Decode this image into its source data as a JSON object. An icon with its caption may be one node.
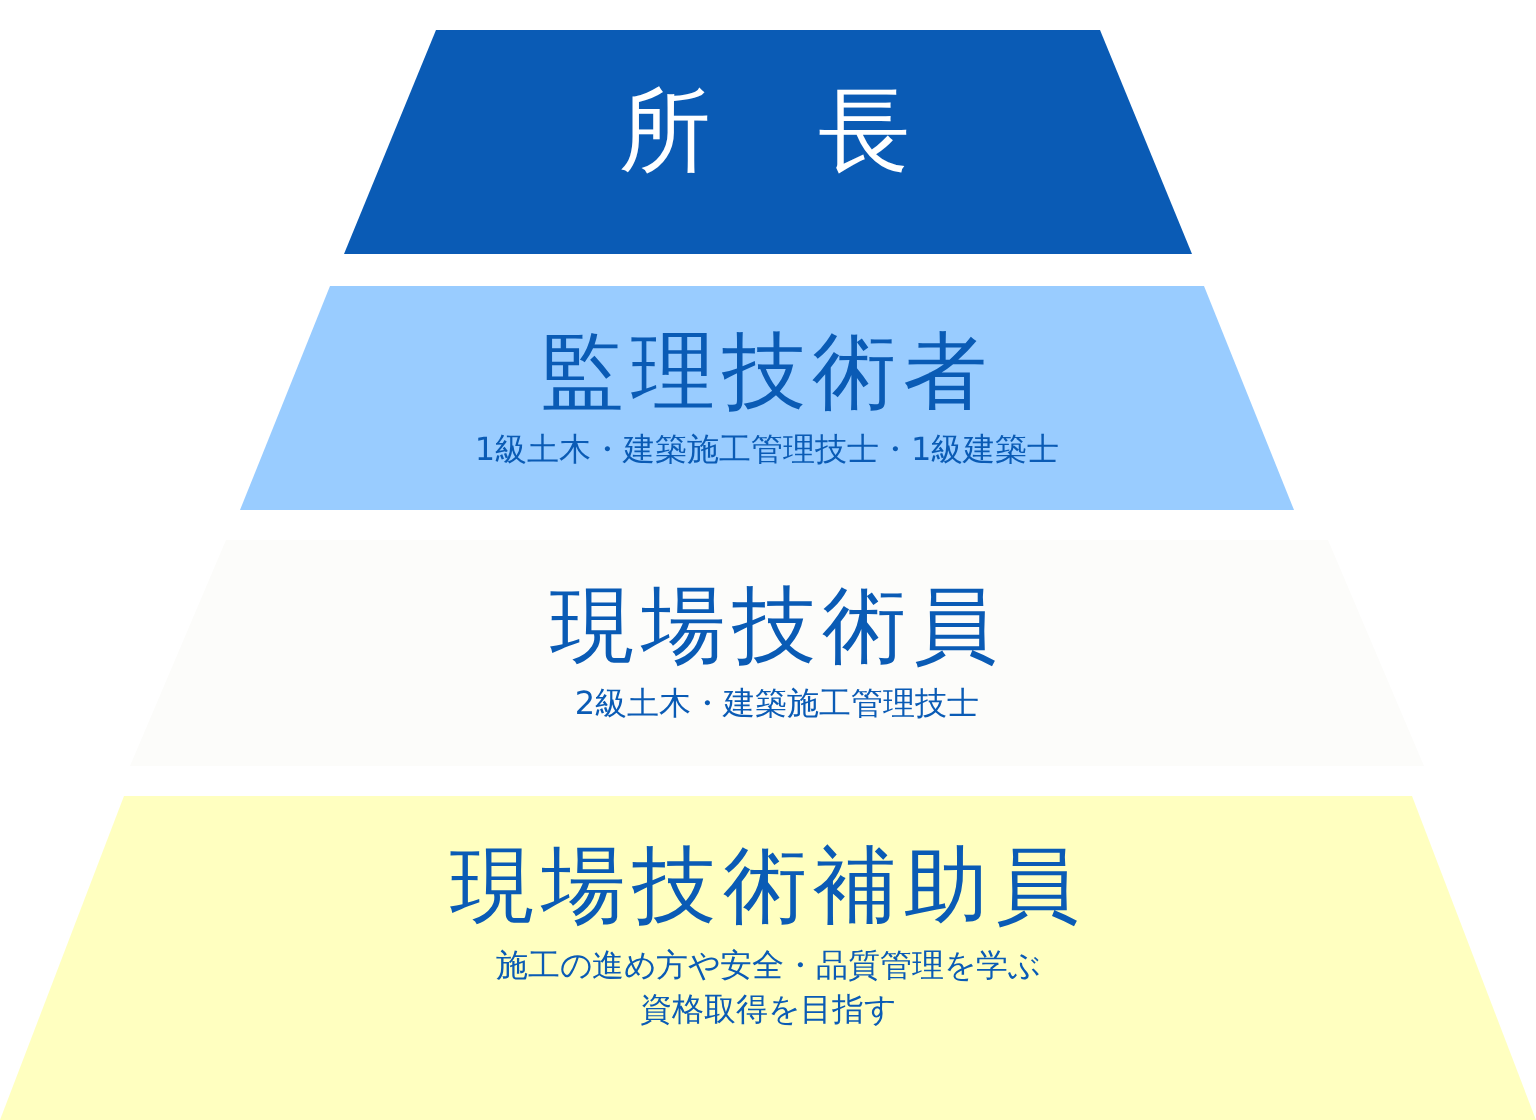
{
  "diagram": {
    "nodes": [
      {
        "text": [
          "所　長"
        ]
      },
      {
        "text": [
          "監理技術者",
          "1級土木・建築施工管理技士・1級建築士"
        ]
      },
      {
        "text": [
          "現場技術員",
          "2級土木・建築施工管理技士"
        ]
      },
      {
        "text": [
          "現場技術補助員",
          "施工の進め方や安全・品質管理を学ぶ資格取得を目指す"
        ]
      }
    ]
  }
}
